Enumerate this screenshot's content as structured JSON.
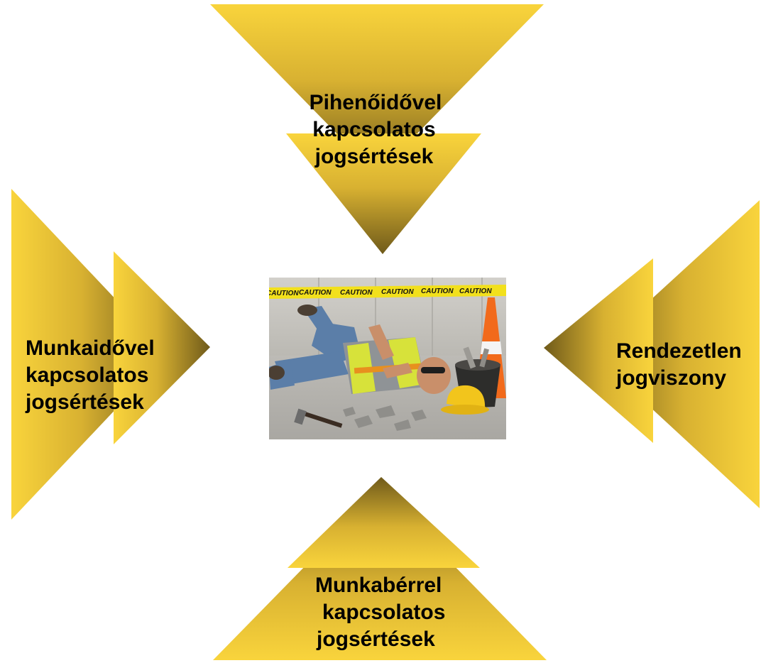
{
  "colors": {
    "arrow_light": "#f9d43c",
    "arrow_mid": "#c9a22a",
    "arrow_dark": "#6f5a1a"
  },
  "arrows": {
    "top": {
      "lines": [
        "Pihenőidővel",
        "kapcsolatos",
        "jogsértések"
      ]
    },
    "left": {
      "lines": [
        "Munkaidővel",
        "kapcsolatos",
        "jogsértések"
      ]
    },
    "right": {
      "lines": [
        "Rendezetlen",
        "jogviszony"
      ]
    },
    "bottom": {
      "lines": [
        "Munkabérrel",
        "kapcsolatos",
        "jogsértések"
      ]
    }
  },
  "photo": {
    "tape_text": [
      "CAUTION",
      "CAUTION",
      "CAUTION",
      "CAUTION",
      "CAUTION",
      "CAUTION"
    ]
  }
}
